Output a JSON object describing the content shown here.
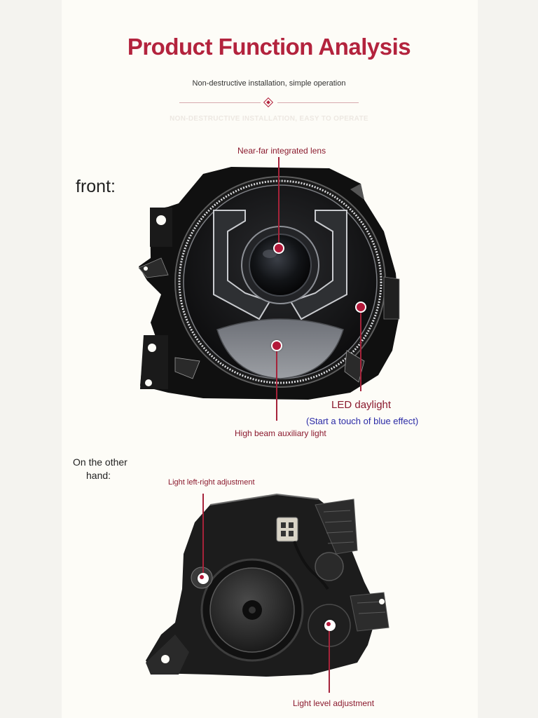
{
  "header": {
    "title": "Product Function Analysis",
    "subtitle": "Non-destructive installation, simple operation",
    "subtitle_en": "NON-DESTRUCTIVE INSTALLATION, EASY TO OPERATE"
  },
  "front_view": {
    "heading": "front:",
    "callouts": {
      "lens": "Near-far integrated lens",
      "led": "LED daylight",
      "led_note": "(Start a touch of blue effect)",
      "high_beam": "High beam auxiliary light"
    }
  },
  "back_view": {
    "heading_line1": "On the other",
    "heading_line2": "hand:",
    "callouts": {
      "left_right": "Light left-right adjustment",
      "level": "Light level adjustment"
    }
  },
  "colors": {
    "accent": "#b3233d",
    "label": "#8b1a2e",
    "note_blue": "#2a2aa6",
    "housing": "#141414"
  },
  "icons": {
    "divider": "diamond-icon",
    "callout_marker": "red-dot-marker"
  }
}
